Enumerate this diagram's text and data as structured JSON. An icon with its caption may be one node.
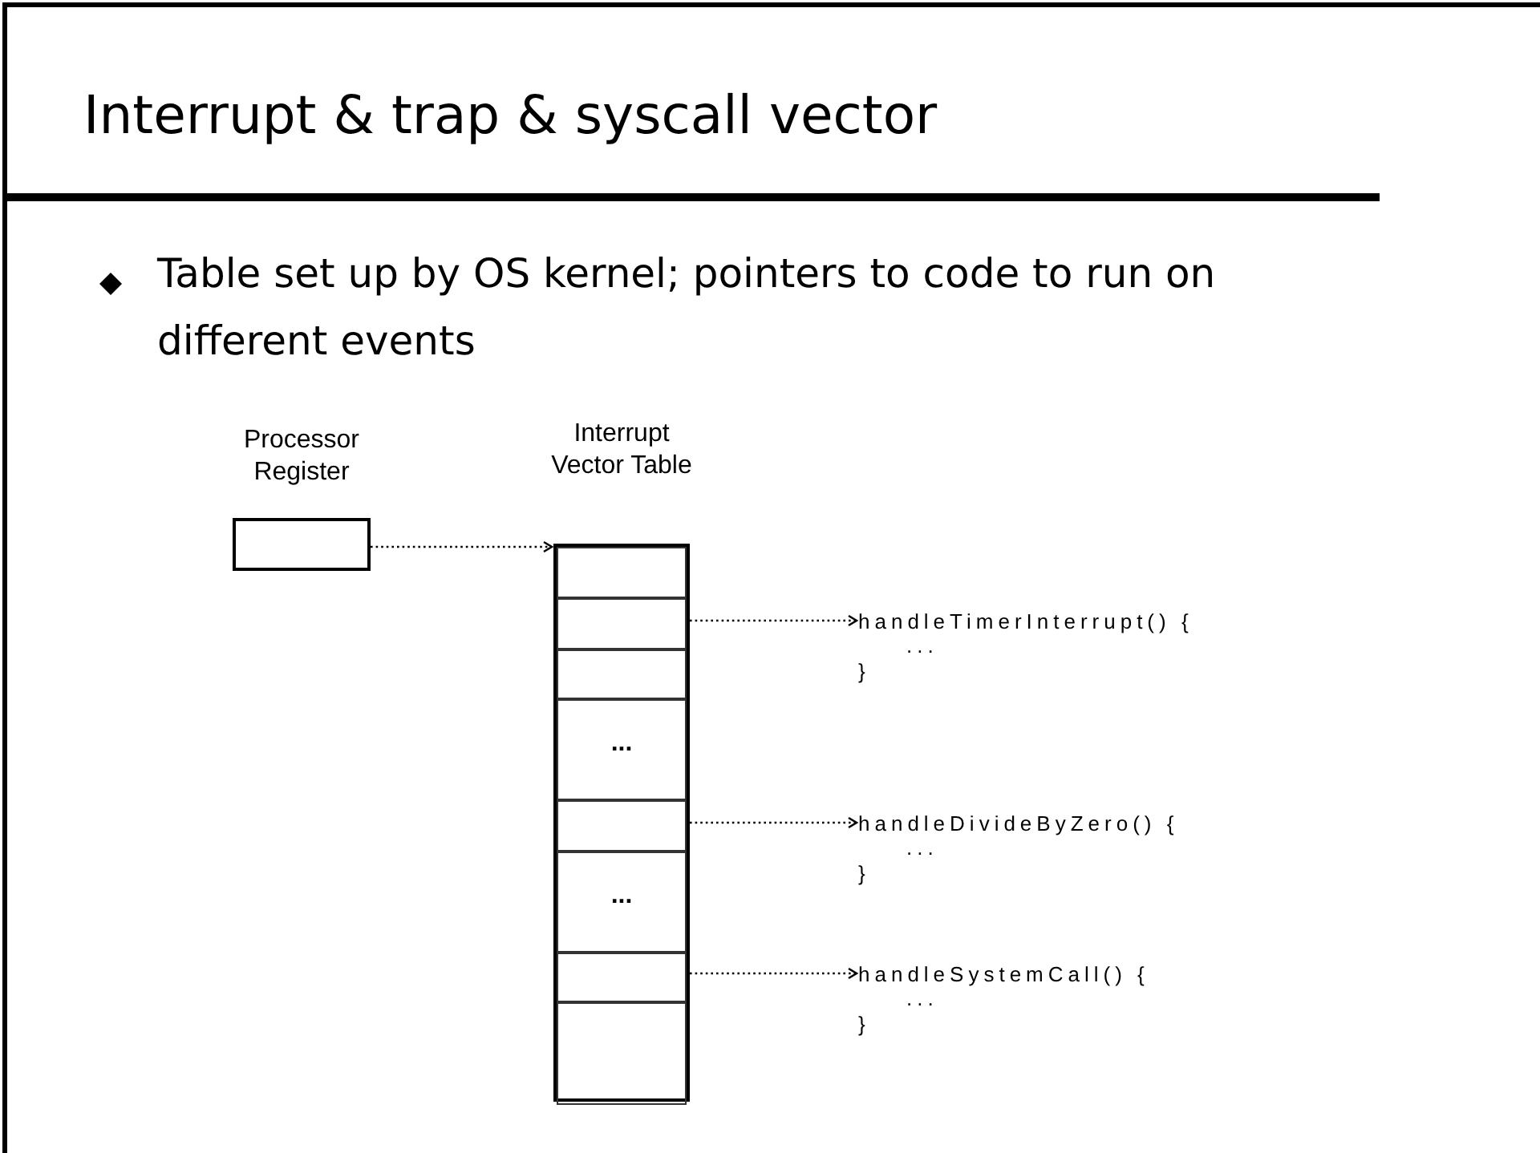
{
  "diagram": {
    "title": "Interrupt & trap & syscall vector",
    "nodes": [
      {
        "text": [
          "Processor Register"
        ]
      },
      {
        "text": [
          "Interrupt Vector Table"
        ]
      },
      {
        "text": [],
        "shape": "box",
        "in": 1
      },
      {
        "text": [],
        "shape": "box",
        "in": 1
      },
      {
        "text": [],
        "shape": "box",
        "in": 1
      },
      {
        "text": [
          "..."
        ],
        "in": 1
      },
      {
        "text": [],
        "shape": "box",
        "in": 1
      },
      {
        "text": [
          "..."
        ],
        "in": 1
      },
      {
        "text": [],
        "shape": "box",
        "in": 1
      },
      {
        "text": [],
        "shape": "box",
        "in": 1
      },
      {
        "text": [
          "handleTimerInterrupt() {",
          "...",
          "}"
        ]
      },
      {
        "text": [
          "handleDivideByZero() {",
          "...",
          "}"
        ]
      },
      {
        "text": [
          "handleSystemCall() {",
          "...",
          "}"
        ]
      }
    ],
    "edges": [
      {
        "from": 0,
        "to": 1,
        "arrow": "to",
        "style": "dashed"
      },
      {
        "from": 3,
        "to": 10,
        "arrow": "to",
        "style": "dashed"
      },
      {
        "from": 6,
        "to": 11,
        "arrow": "to",
        "style": "dashed"
      },
      {
        "from": 8,
        "to": 12,
        "arrow": "to",
        "style": "dashed"
      }
    ],
    "labels": [
      "Table set up by OS kernel; pointers to code to run on different events"
    ]
  }
}
